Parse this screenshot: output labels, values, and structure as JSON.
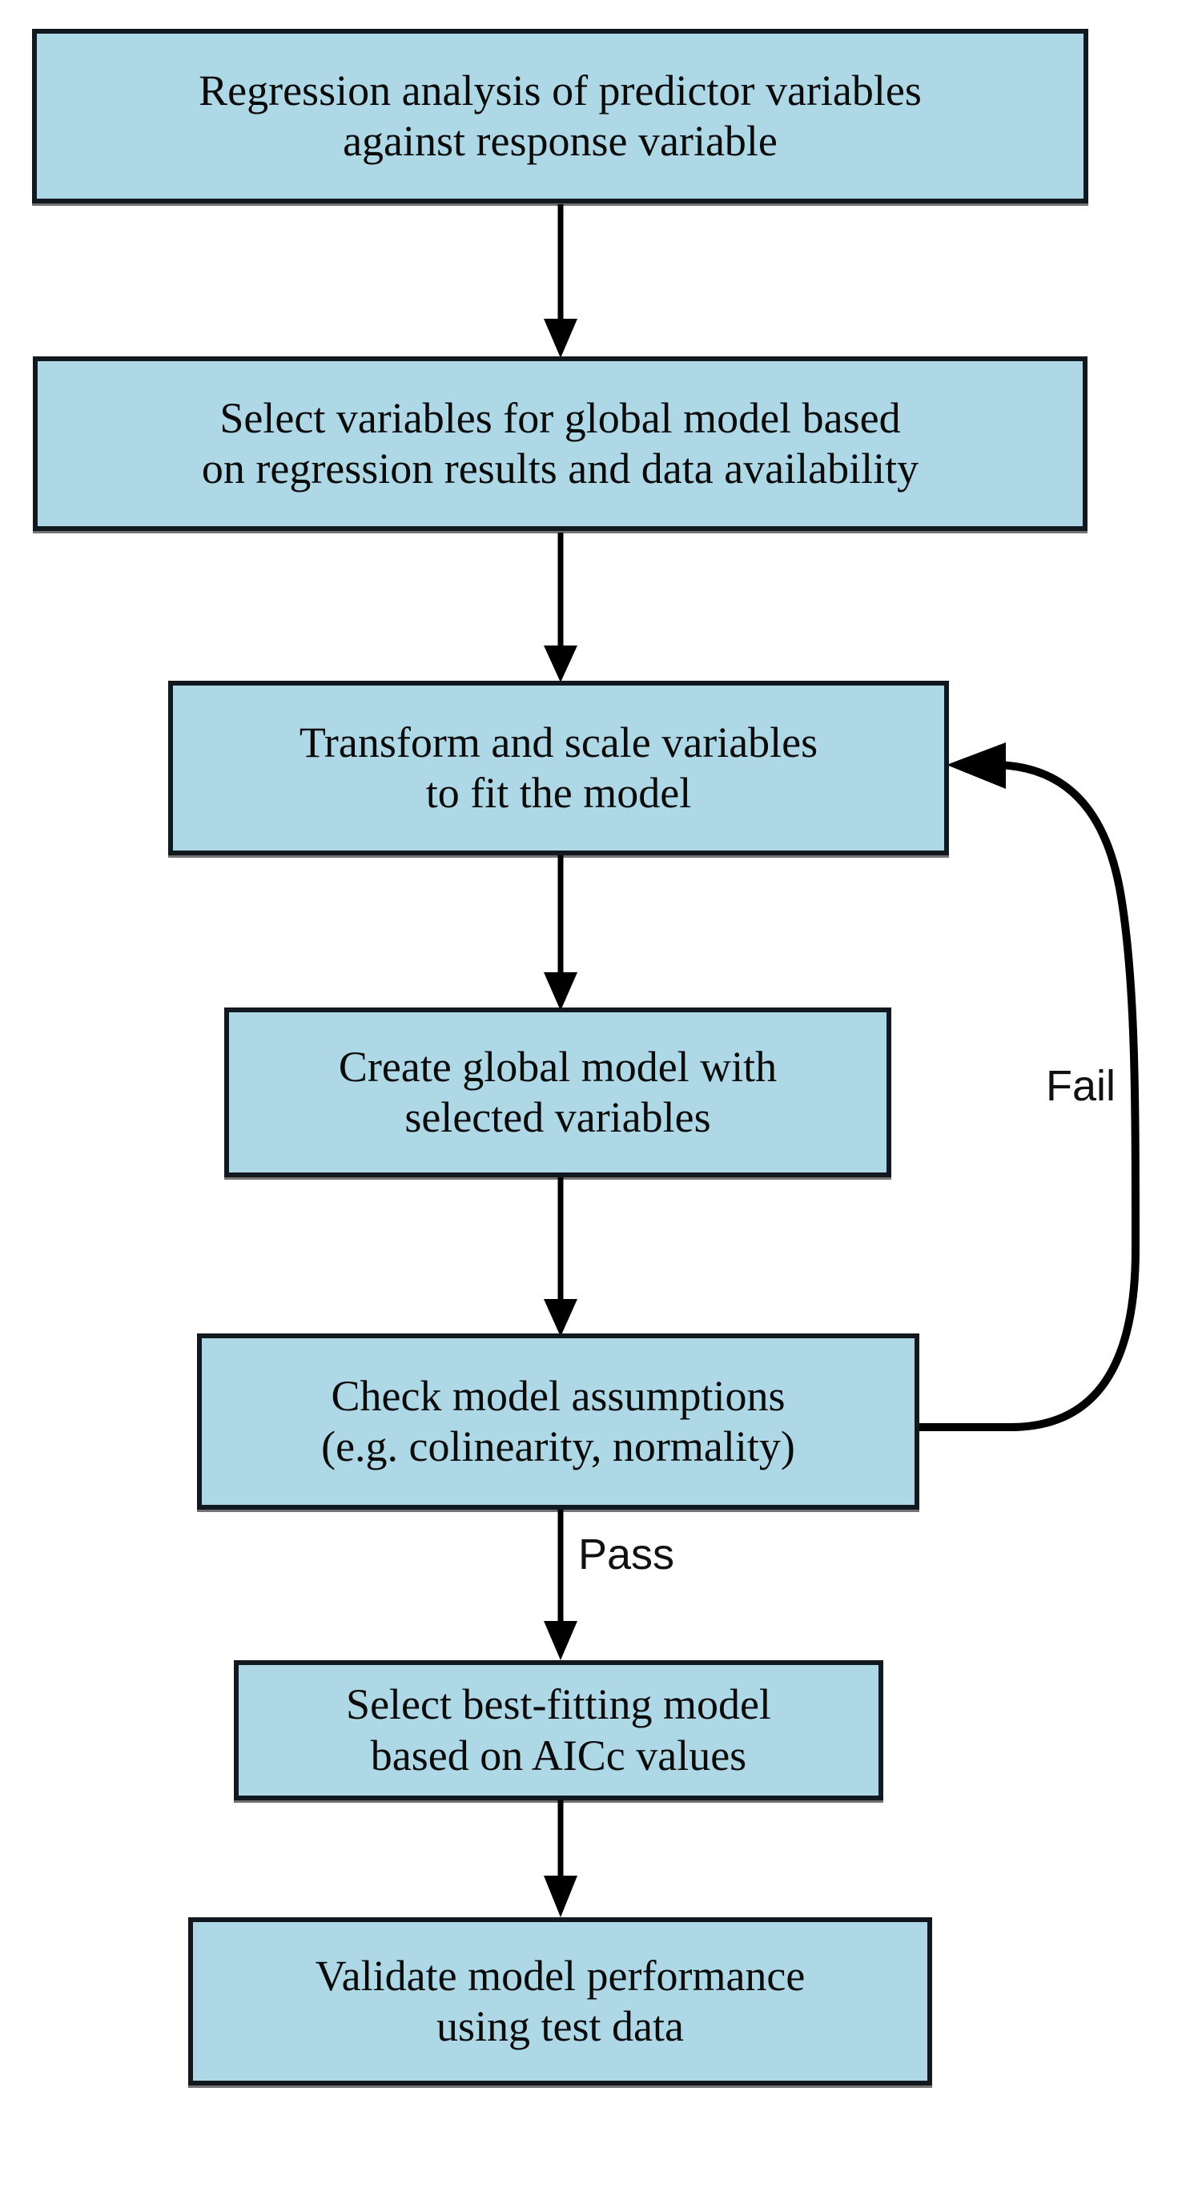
{
  "diagram": {
    "title": "Model building workflow flowchart",
    "colors": {
      "node_fill": "#aed8e6",
      "node_border": "#121820",
      "arrow": "#000000",
      "background": "#ffffff",
      "text": "#0a0a0a"
    },
    "nodes": [
      {
        "id": "regression-analysis",
        "name": "node-regression-analysis",
        "text": "Regression analysis of predictor variables\nagainst response variable"
      },
      {
        "id": "select-variables",
        "name": "node-select-variables",
        "text": "Select variables for global model based\non regression results and data availability"
      },
      {
        "id": "transform-scale",
        "name": "node-transform-scale",
        "text": "Transform and scale variables\nto fit the model"
      },
      {
        "id": "create-global-model",
        "name": "node-create-global-model",
        "text": "Create global model with\nselected variables"
      },
      {
        "id": "check-assumptions",
        "name": "node-check-assumptions",
        "text": "Check model assumptions\n(e.g. colinearity, normality)"
      },
      {
        "id": "select-best-fitting",
        "name": "node-select-best-fitting",
        "text": "Select best-fitting model\nbased on AICc values"
      },
      {
        "id": "validate-performance",
        "name": "node-validate-performance",
        "text": "Validate model performance\nusing test data"
      }
    ],
    "edge_labels": {
      "fail": "Fail",
      "pass": "Pass"
    },
    "edges": [
      {
        "from": "regression-analysis",
        "to": "select-variables",
        "label": ""
      },
      {
        "from": "select-variables",
        "to": "transform-scale",
        "label": ""
      },
      {
        "from": "transform-scale",
        "to": "create-global-model",
        "label": ""
      },
      {
        "from": "create-global-model",
        "to": "check-assumptions",
        "label": ""
      },
      {
        "from": "check-assumptions",
        "to": "transform-scale",
        "label": "Fail"
      },
      {
        "from": "check-assumptions",
        "to": "select-best-fitting",
        "label": "Pass"
      },
      {
        "from": "select-best-fitting",
        "to": "validate-performance",
        "label": ""
      }
    ]
  }
}
